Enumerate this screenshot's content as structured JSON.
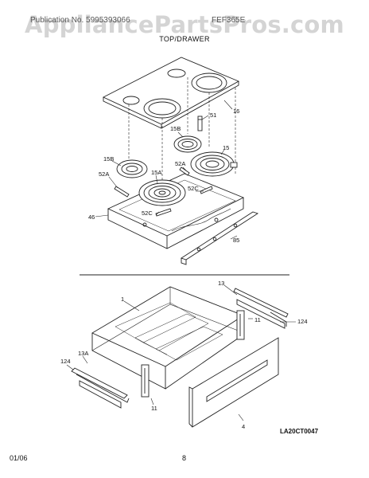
{
  "watermark": "AppliancePartsPros.com",
  "header": {
    "left": "Publication No. 5995393066",
    "right": "FEF365E"
  },
  "section_title": "TOP/DRAWER",
  "parts_top": [
    "16",
    "51",
    "15B",
    "15",
    "15B",
    "52A",
    "52A",
    "15A",
    "52C",
    "52C",
    "46",
    "85"
  ],
  "parts_bottom": [
    "13",
    "1",
    "11",
    "124",
    "13A",
    "124",
    "11",
    "4"
  ],
  "diagram_code": "LA20CT0047",
  "footer": {
    "date": "01/06",
    "page": "8"
  }
}
